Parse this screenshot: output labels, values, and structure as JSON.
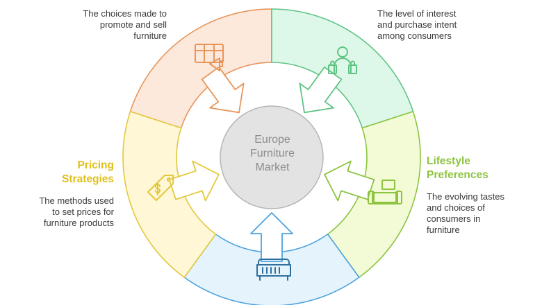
{
  "center": {
    "lines": [
      "Europe",
      "Furniture",
      "Market"
    ]
  },
  "segments": [
    {
      "id": "promotion",
      "title": "",
      "description_lines": [
        "The choices made to",
        "promote and sell",
        "furniture"
      ],
      "fill": "#fde8dc",
      "stroke": "#e8955a",
      "icon": "billboard-megaphone-icon"
    },
    {
      "id": "consumer-interest",
      "title": "",
      "description_lines": [
        "The level of interest",
        "and purchase intent",
        "among consumers"
      ],
      "fill": "#ddf8e8",
      "stroke": "#5fc384",
      "icon": "shopper-with-bags-icon"
    },
    {
      "id": "lifestyle",
      "title_lines": [
        "Lifestyle",
        "Preferences"
      ],
      "description_lines": [
        "The evolving tastes",
        "and choices of",
        "consumers in",
        "furniture"
      ],
      "fill": "#f2fbd6",
      "stroke": "#8cc43f",
      "title_color": "#8cc43f",
      "icon": "sofa-icon"
    },
    {
      "id": "bottom",
      "title": "",
      "description_lines": [],
      "fill": "#e4f3fc",
      "stroke": "#4aa3df",
      "icon": "dresser-icon"
    },
    {
      "id": "pricing",
      "title_lines": [
        "Pricing",
        "Strategies"
      ],
      "description_lines": [
        "The methods used",
        "to set prices for",
        "furniture products"
      ],
      "fill": "#fff7d6",
      "stroke": "#e3c83c",
      "title_color": "#e0bf1c",
      "icon": "price-tag-icon"
    }
  ],
  "colors": {
    "center_fill": "#e3e3e3",
    "center_stroke": "#b5b5b5",
    "center_text": "#8c8c8c",
    "description_text": "#3a3a3a"
  }
}
